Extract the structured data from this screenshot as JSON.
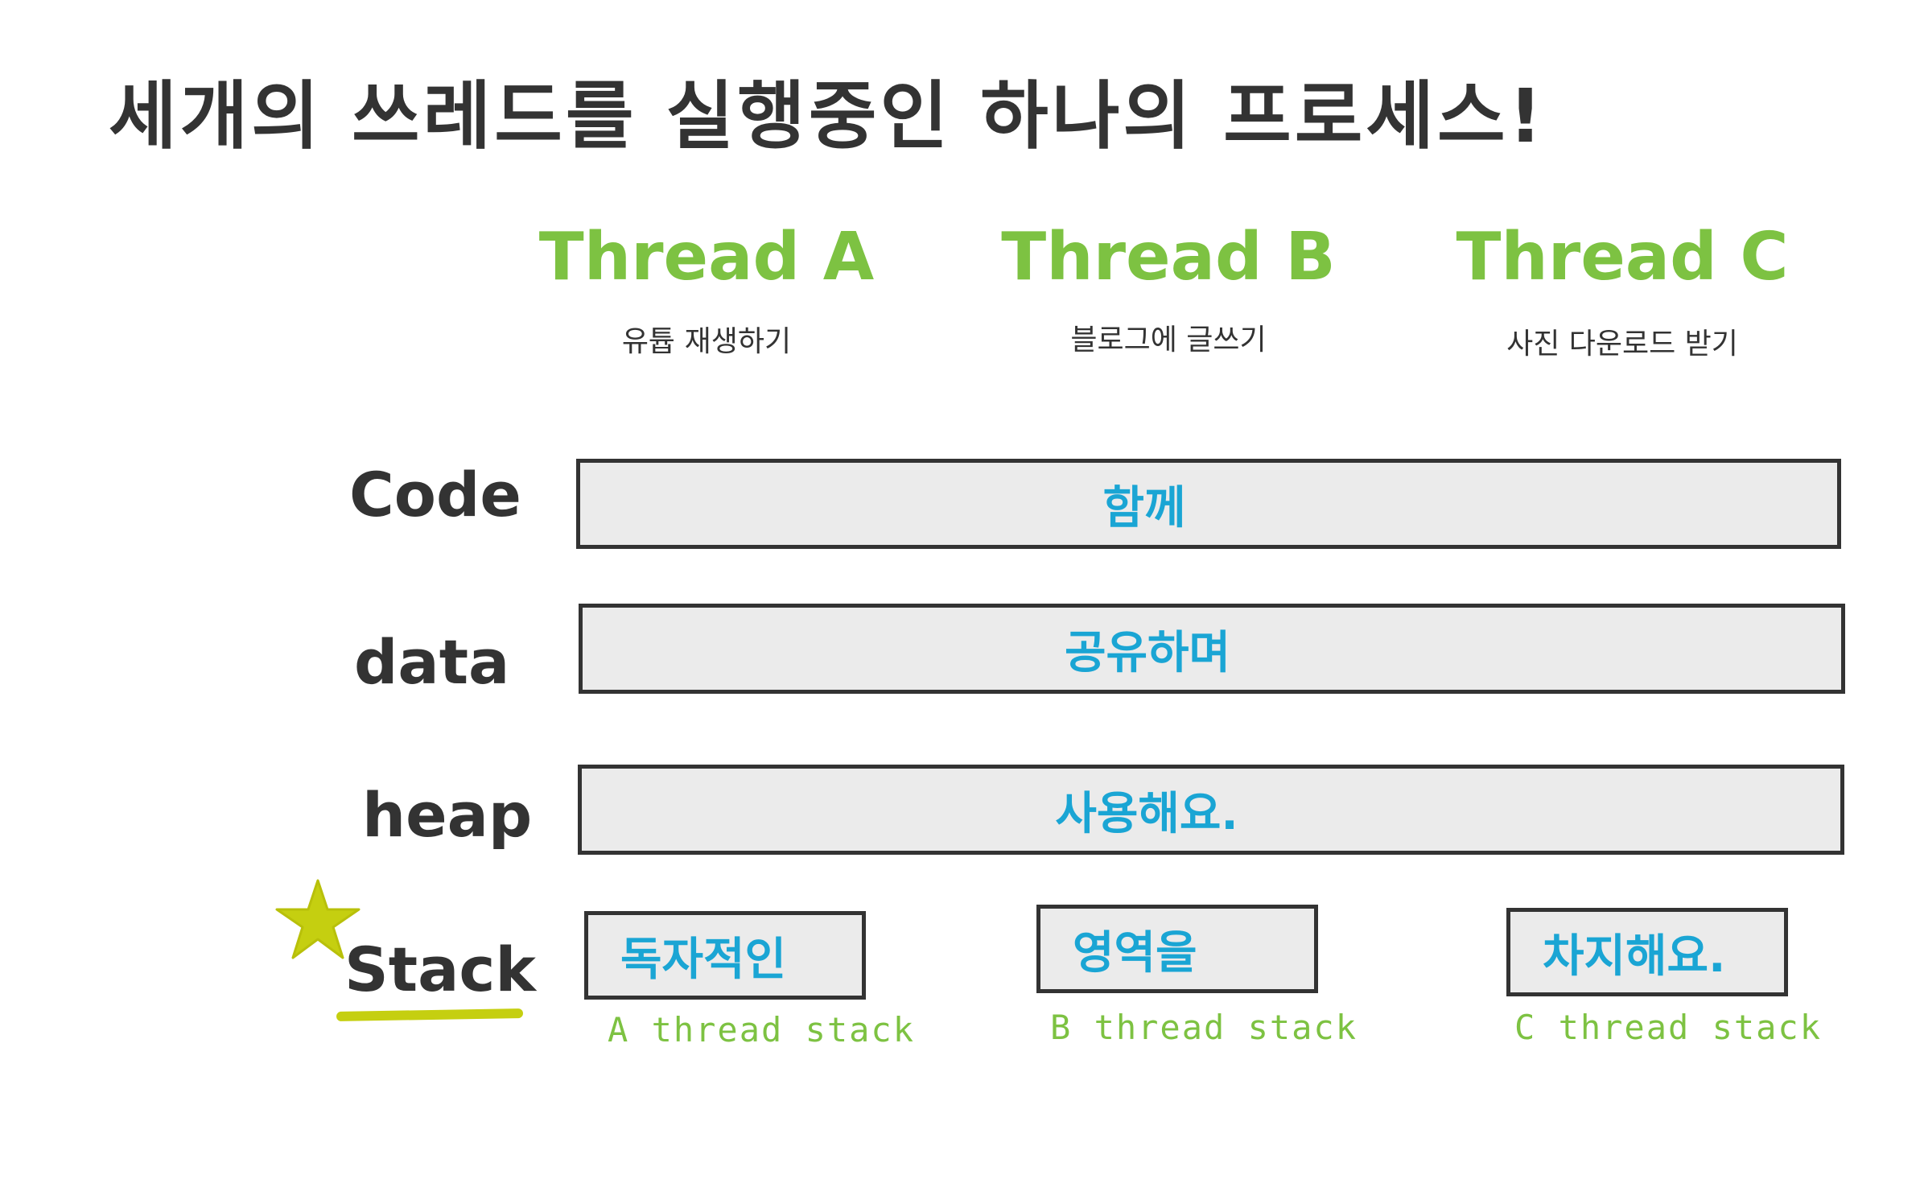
{
  "title": "세개의 쓰레드를 실행중인 하나의 프로세스!",
  "threads": [
    {
      "name": "Thread A",
      "desc": "유튭 재생하기"
    },
    {
      "name": "Thread B",
      "desc": "블로그에 글쓰기"
    },
    {
      "name": "Thread C",
      "desc": "사진 다운로드 받기"
    }
  ],
  "segments": [
    {
      "label": "Code",
      "text": "함께"
    },
    {
      "label": "data",
      "text": "공유하며"
    },
    {
      "label": "heap",
      "text": "사용해요."
    }
  ],
  "stack": {
    "label": "Stack",
    "boxes": [
      {
        "text": "독자적인",
        "caption": "A thread stack"
      },
      {
        "text": "영역을",
        "caption": "B thread stack"
      },
      {
        "text": "차지해요.",
        "caption": "C thread stack"
      }
    ]
  },
  "colors": {
    "thread_green": "#7dc242",
    "shared_blue": "#1aa5d4",
    "outline": "#333333",
    "fill": "#ebebeb",
    "highlight_yellow": "#c5cf10"
  },
  "icons": {
    "stack_marker": "star-icon"
  }
}
